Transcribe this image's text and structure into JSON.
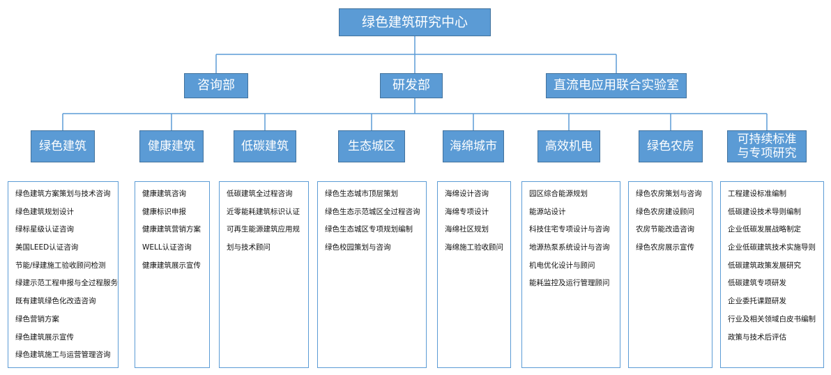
{
  "root": {
    "label": "绿色建筑研究中心"
  },
  "departments": [
    {
      "label": "咨询部"
    },
    {
      "label": "研发部"
    },
    {
      "label": "直流电应用联合实验室"
    }
  ],
  "areas": [
    {
      "label": "绿色建筑",
      "items": [
        "绿色建筑方案策划与技术咨询",
        "绿色建筑规划设计",
        "绿标星级认证咨询",
        "美国LEED认证咨询",
        "节能/绿建施工验收顾问检测",
        "绿建示范工程申报与全过程服务",
        "既有建筑绿色化改造咨询",
        "绿色营销方案",
        "绿色建筑展示宣传",
        "绿色建筑施工与运营管理咨询"
      ]
    },
    {
      "label": "健康建筑",
      "items": [
        "健康建筑咨询",
        "健康标识申报",
        "健康建筑营销方案",
        "WELL认证咨询",
        "健康建筑展示宣传"
      ]
    },
    {
      "label": "低碳建筑",
      "items": [
        "低碳建筑全过程咨询",
        "近零能耗建筑标识认证",
        "可再生能源建筑应用规",
        "划与技术顾问"
      ]
    },
    {
      "label": "生态城区",
      "items": [
        "绿色生态城市顶层策划",
        "绿色生态示范城区全过程咨询",
        "绿色生态城区专项规划编制",
        "绿色校园策划与咨询"
      ]
    },
    {
      "label": "海绵城市",
      "items": [
        "海绵设计咨询",
        "海绵专项设计",
        "海绵社区规划",
        "海绵施工验收顾问"
      ]
    },
    {
      "label": "高效机电",
      "items": [
        "园区综合能源规划",
        "能源站设计",
        "科技住宅专项设计与咨询",
        "地源热泵系统设计与咨询",
        "机电优化设计与顾问",
        "能耗监控及运行管理顾问"
      ]
    },
    {
      "label": "绿色农房",
      "items": [
        "绿色农房策划与咨询",
        "绿色农房建设顾问",
        "农房节能改造咨询",
        "绿色农房展示宣传"
      ]
    },
    {
      "label": "可持续标准与专项研究",
      "items": [
        "工程建设标准编制",
        "低碳建设技术导则编制",
        "企业低碳发展战略制定",
        "企业低碳建筑技术实施导则",
        "低碳建筑政策发展研究",
        "低碳建筑专项研发",
        "企业委托课题研发",
        "行业及相关领域白皮书编制",
        "政策与技术后评估"
      ]
    }
  ],
  "colors": {
    "node_fill": "#5b9bd5",
    "node_border": "#41719c",
    "line": "#5b9bd5",
    "node_text": "#ffffff"
  }
}
